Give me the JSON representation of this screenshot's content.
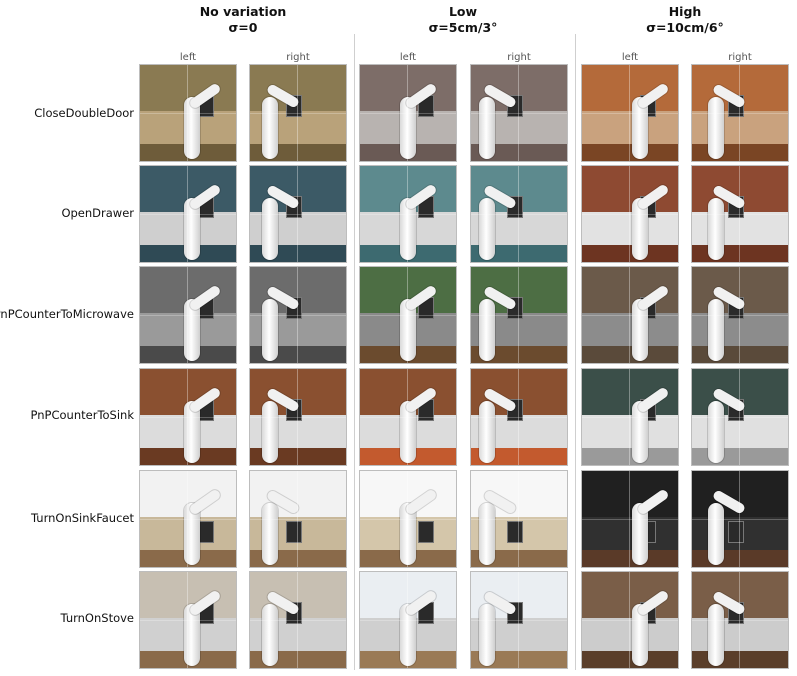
{
  "groups": [
    {
      "title": "No variation",
      "sigma": "σ=0"
    },
    {
      "title": "Low",
      "sigma": "σ=5cm/3°"
    },
    {
      "title": "High",
      "sigma": "σ=10cm/6°"
    }
  ],
  "camera_labels": [
    "left",
    "right"
  ],
  "tasks": [
    "CloseDoubleDoor",
    "OpenDrawer",
    "PnPCounterToMicrowave",
    "PnPCounterToSink",
    "TurnOnSinkFaucet",
    "TurnOnStove"
  ],
  "icons": {
    "tile": "robot-kitchen-render"
  },
  "colors": {
    "separator": "#cfcfcf",
    "tile_border": "#bdbdbd"
  }
}
